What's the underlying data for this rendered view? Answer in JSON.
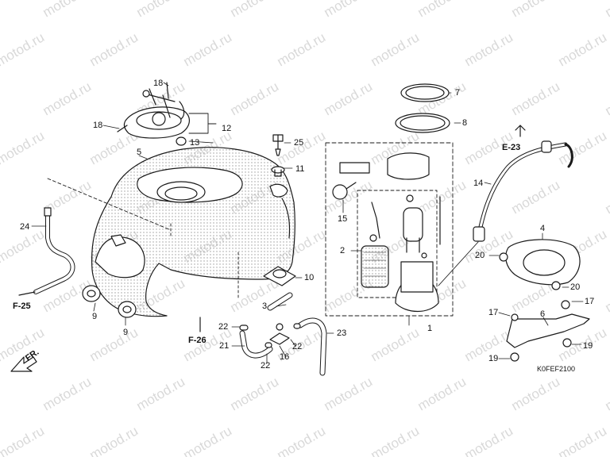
{
  "watermark": "motod.ru",
  "diagram_code": "K0FEF2100",
  "references": {
    "e23": "E-23",
    "f25": "F-25",
    "f26": "F-26",
    "fr": "FR."
  },
  "callouts": {
    "c1": "1",
    "c2": "2",
    "c3": "3",
    "c4": "4",
    "c5": "5",
    "c6": "6",
    "c7": "7",
    "c8": "8",
    "c9a": "9",
    "c9b": "9",
    "c10": "10",
    "c11": "11",
    "c12": "12",
    "c13": "13",
    "c14": "14",
    "c15": "15",
    "c16": "16",
    "c17a": "17",
    "c17b": "17",
    "c18a": "18",
    "c18b": "18",
    "c19a": "19",
    "c19b": "19",
    "c20a": "20",
    "c20b": "20",
    "c21": "21",
    "c22a": "22",
    "c22b": "22",
    "c22c": "22",
    "c23": "23",
    "c24": "24",
    "c25": "25"
  }
}
